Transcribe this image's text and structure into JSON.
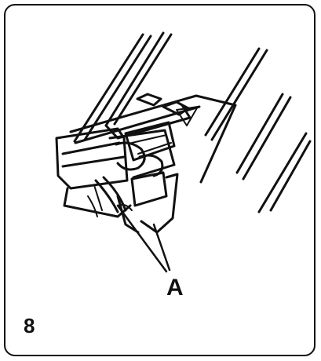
{
  "figure": {
    "step_number": "8",
    "callout_label": "A",
    "ink_color": "#111111",
    "background_color": "#ffffff",
    "subject": "connector-assembly-illustration"
  }
}
